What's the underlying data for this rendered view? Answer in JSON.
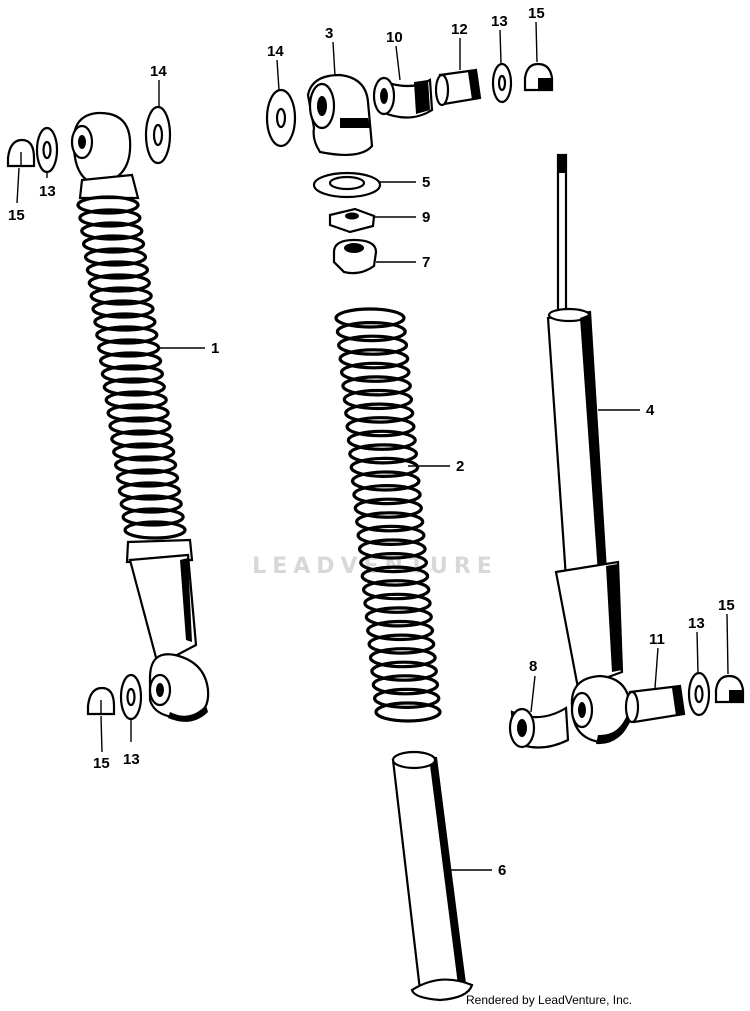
{
  "watermark": "LEADVENTURE",
  "credit": "Rendered by LeadVenture, Inc.",
  "callouts": [
    {
      "id": "c1",
      "text": "1"
    },
    {
      "id": "c2",
      "text": "2"
    },
    {
      "id": "c3",
      "text": "3"
    },
    {
      "id": "c4",
      "text": "4"
    },
    {
      "id": "c5",
      "text": "5"
    },
    {
      "id": "c6",
      "text": "6"
    },
    {
      "id": "c7",
      "text": "7"
    },
    {
      "id": "c8",
      "text": "8"
    },
    {
      "id": "c9",
      "text": "9"
    },
    {
      "id": "c10",
      "text": "10"
    },
    {
      "id": "c11",
      "text": "11"
    },
    {
      "id": "c12",
      "text": "12"
    },
    {
      "id": "c13a",
      "text": "13"
    },
    {
      "id": "c13b",
      "text": "13"
    },
    {
      "id": "c13c",
      "text": "13"
    },
    {
      "id": "c13d",
      "text": "13"
    },
    {
      "id": "c14a",
      "text": "14"
    },
    {
      "id": "c14b",
      "text": "14"
    },
    {
      "id": "c15a",
      "text": "15"
    },
    {
      "id": "c15b",
      "text": "15"
    },
    {
      "id": "c15c",
      "text": "15"
    },
    {
      "id": "c15d",
      "text": "15"
    }
  ]
}
